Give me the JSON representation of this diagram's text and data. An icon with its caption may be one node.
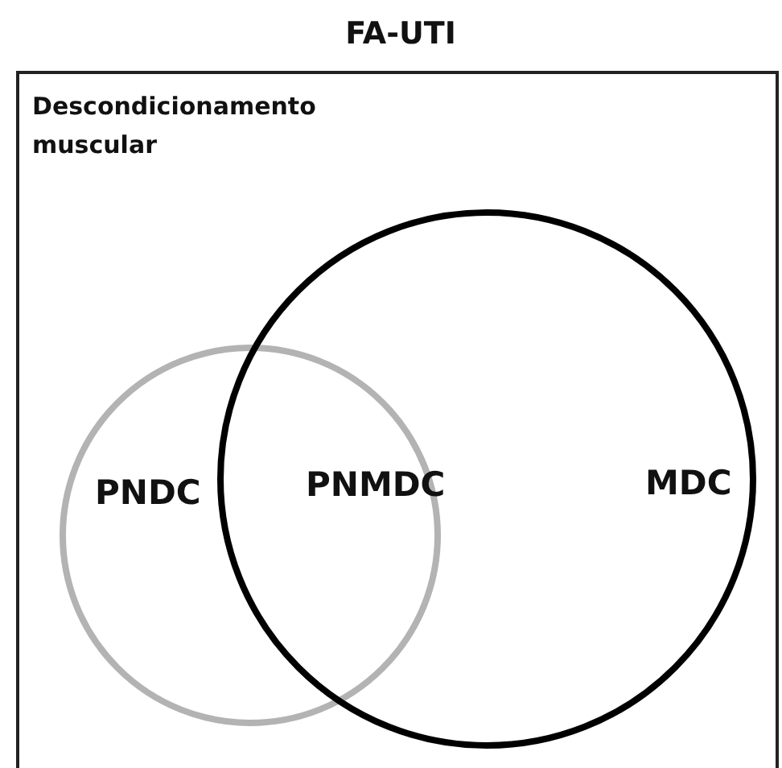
{
  "diagram": {
    "nodes": [
      {
        "text": [
          "FA-UTI",
          "Descondicionamento muscular"
        ]
      },
      {
        "text": [
          "PNDC"
        ],
        "in": 0
      },
      {
        "text": [
          "MDC"
        ],
        "in": 0
      }
    ],
    "labels": [
      "PNMDC"
    ]
  }
}
